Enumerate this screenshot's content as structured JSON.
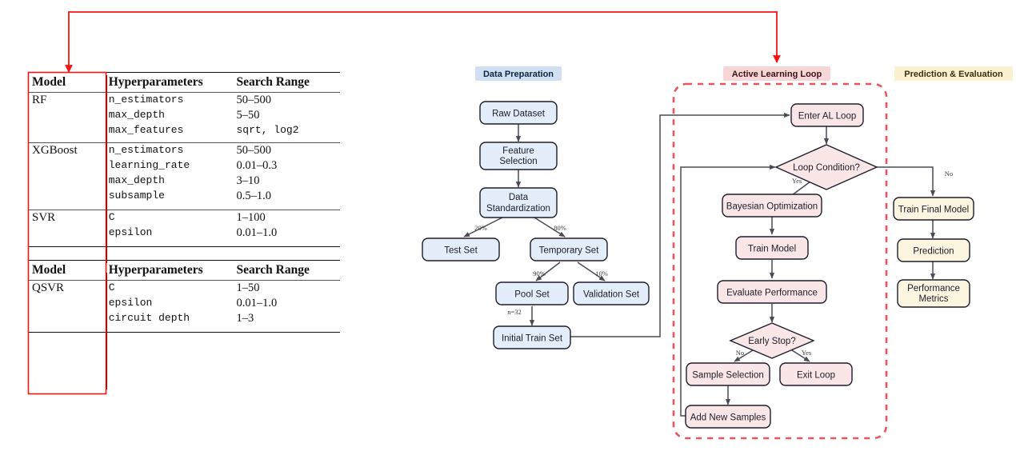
{
  "tables": [
    {
      "name": "classical-models-table",
      "headers": [
        "Model",
        "Hyperparameters",
        "Search Range"
      ],
      "rows": [
        {
          "model": "RF",
          "params": [
            {
              "name": "n_estimators",
              "range": "50–500"
            },
            {
              "name": "max_depth",
              "range": "5–50"
            },
            {
              "name": "max_features",
              "range": "sqrt, log2",
              "range_mono": true
            }
          ]
        },
        {
          "model": "XGBoost",
          "params": [
            {
              "name": "n_estimators",
              "range": "50–500"
            },
            {
              "name": "learning_rate",
              "range": "0.01–0.3"
            },
            {
              "name": "max_depth",
              "range": "3–10"
            },
            {
              "name": "subsample",
              "range": "0.5–1.0"
            }
          ]
        },
        {
          "model": "SVR",
          "params": [
            {
              "name": "C",
              "range": "1–100"
            },
            {
              "name": "epsilon",
              "range": "0.01–1.0"
            }
          ]
        }
      ]
    },
    {
      "name": "quantum-model-table",
      "headers": [
        "Model",
        "Hyperparameters",
        "Search Range"
      ],
      "rows": [
        {
          "model": "QSVR",
          "params": [
            {
              "name": "C",
              "range": "1–50"
            },
            {
              "name": "epsilon",
              "range": "0.01–1.0"
            },
            {
              "name": "circuit depth",
              "range": "1–3"
            }
          ]
        }
      ]
    }
  ],
  "groups": [
    {
      "id": "data-preparation",
      "label": "Data Preparation",
      "fill": "#cfe0f3",
      "text": "#10243e"
    },
    {
      "id": "active-learning-loop",
      "label": "Active Learning Loop",
      "fill": "#f7d6d8",
      "text": "#3a1416"
    },
    {
      "id": "prediction-evaluation",
      "label": "Prediction & Evaluation",
      "fill": "#fbf0cf",
      "text": "#3b320f"
    }
  ],
  "colors": {
    "data_prep_fill": "#e4edfa",
    "al_fill": "#fae6e6",
    "pred_fill": "#fcf6e0",
    "node_stroke": "#1d1d2b",
    "edge_stroke": "#4a4a55",
    "annotation_red": "#f41414",
    "dashed_box": "#e8555f"
  },
  "nodes": {
    "data_prep": [
      {
        "id": "raw-dataset",
        "label": "Raw Dataset"
      },
      {
        "id": "feature-selection",
        "label": "Feature\nSelection",
        "line1": "Feature",
        "line2": "Selection"
      },
      {
        "id": "data-standardization",
        "label": "Data\nStandardization",
        "line1": "Data",
        "line2": "Standardization"
      },
      {
        "id": "test-set",
        "label": "Test Set"
      },
      {
        "id": "temporary-set",
        "label": "Temporary Set"
      },
      {
        "id": "pool-set",
        "label": "Pool Set"
      },
      {
        "id": "validation-set",
        "label": "Validation Set"
      },
      {
        "id": "initial-train-set",
        "label": "Initial Train Set"
      }
    ],
    "active_learning": [
      {
        "id": "enter-al-loop",
        "label": "Enter AL Loop"
      },
      {
        "id": "loop-condition",
        "label": "Loop Condition?",
        "shape": "diamond"
      },
      {
        "id": "bayesian-optimization",
        "label": "Bayesian Optimization"
      },
      {
        "id": "train-model",
        "label": "Train Model"
      },
      {
        "id": "evaluate-performance",
        "label": "Evaluate Performance"
      },
      {
        "id": "early-stop",
        "label": "Early Stop?",
        "shape": "diamond"
      },
      {
        "id": "sample-selection",
        "label": "Sample Selection"
      },
      {
        "id": "exit-loop",
        "label": "Exit Loop"
      },
      {
        "id": "add-new-samples",
        "label": "Add New Samples"
      }
    ],
    "prediction": [
      {
        "id": "train-final-model",
        "label": "Train Final Model"
      },
      {
        "id": "prediction",
        "label": "Prediction"
      },
      {
        "id": "performance-metrics",
        "label": "Performance\nMetrics",
        "line1": "Performance",
        "line2": "Metrics"
      }
    ]
  },
  "edge_labels": {
    "test_split": "20%",
    "temp_split": "80%",
    "pool_split": "90%",
    "val_split": "10%",
    "initial_n": "n=32",
    "loop_yes": "Yes",
    "loop_no": "No",
    "early_no": "No",
    "early_yes": "Yes"
  }
}
